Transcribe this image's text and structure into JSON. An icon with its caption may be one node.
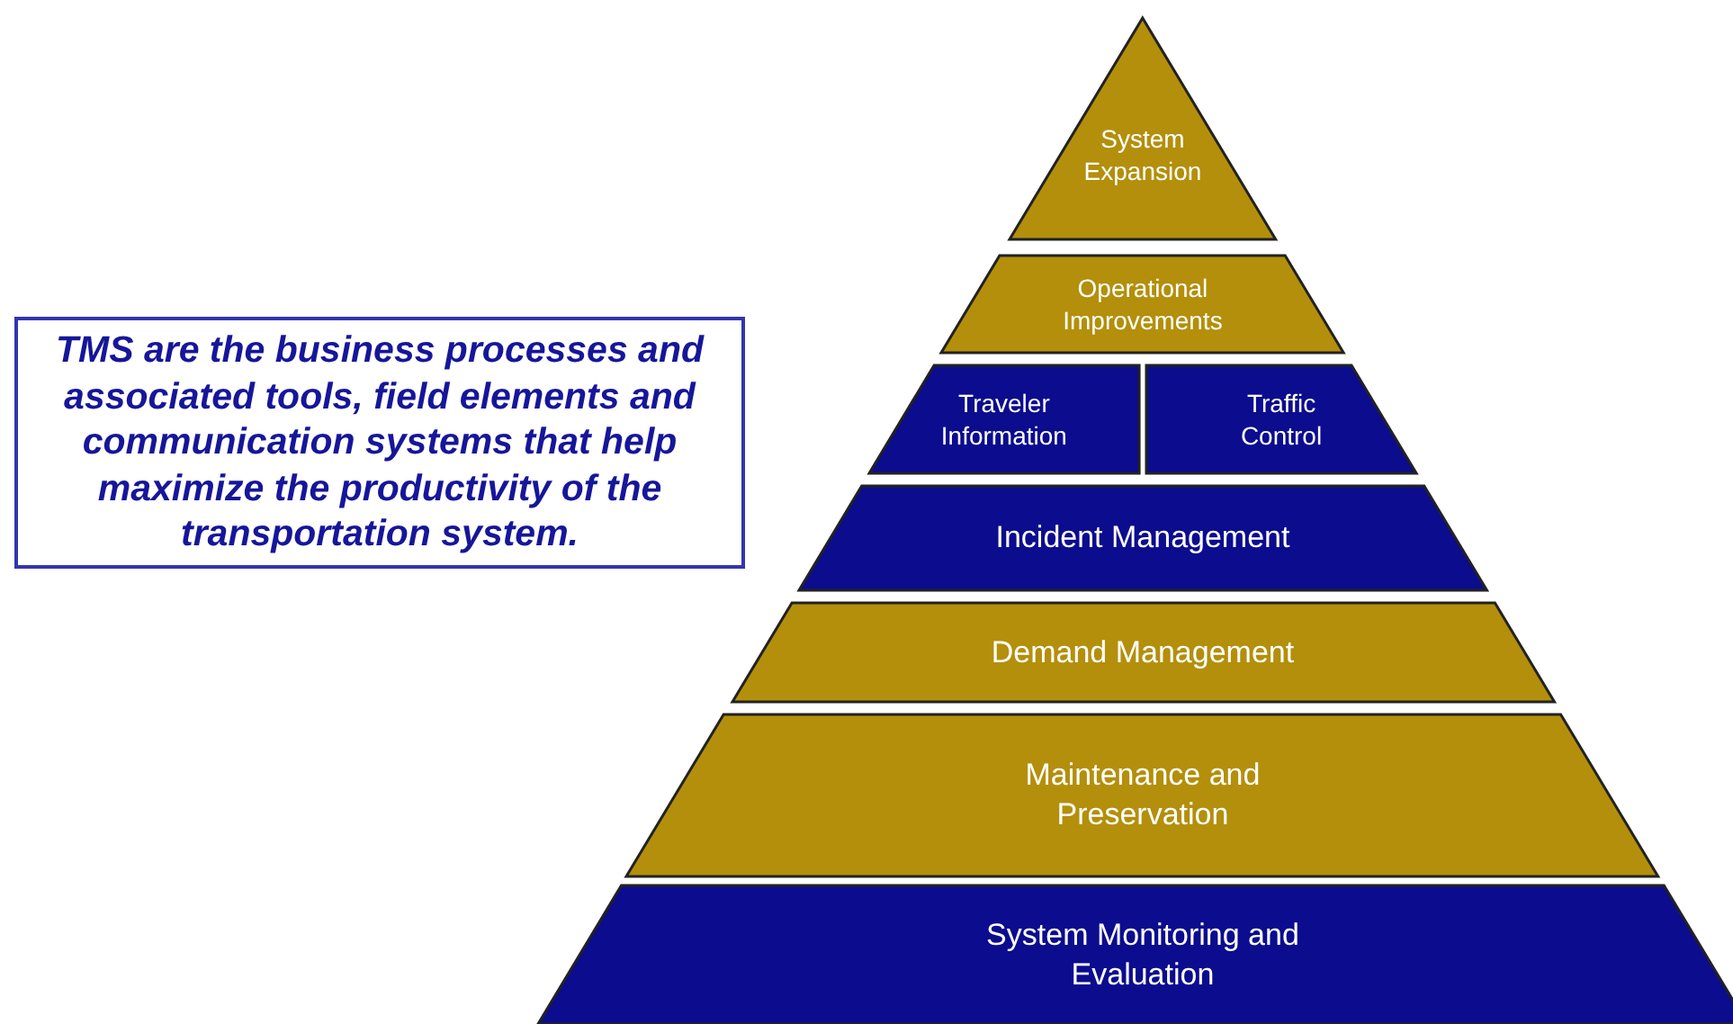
{
  "diagram": {
    "nodes": [
      {
        "text": [
          "TMS are the business processes and associated tools, field elements and communication systems that help maximize the productivity of the transportation system."
        ]
      },
      {
        "text": [
          "System Expansion"
        ]
      },
      {
        "text": [
          "Operational Improvements"
        ]
      },
      {
        "text": [
          "Traveler Information"
        ]
      },
      {
        "text": [
          "Traffic Control"
        ]
      },
      {
        "text": [
          "Incident Management"
        ]
      },
      {
        "text": [
          "Demand Management"
        ]
      },
      {
        "text": [
          "Maintenance and Preservation"
        ]
      },
      {
        "text": [
          "System Monitoring and Evaluation"
        ]
      }
    ]
  }
}
